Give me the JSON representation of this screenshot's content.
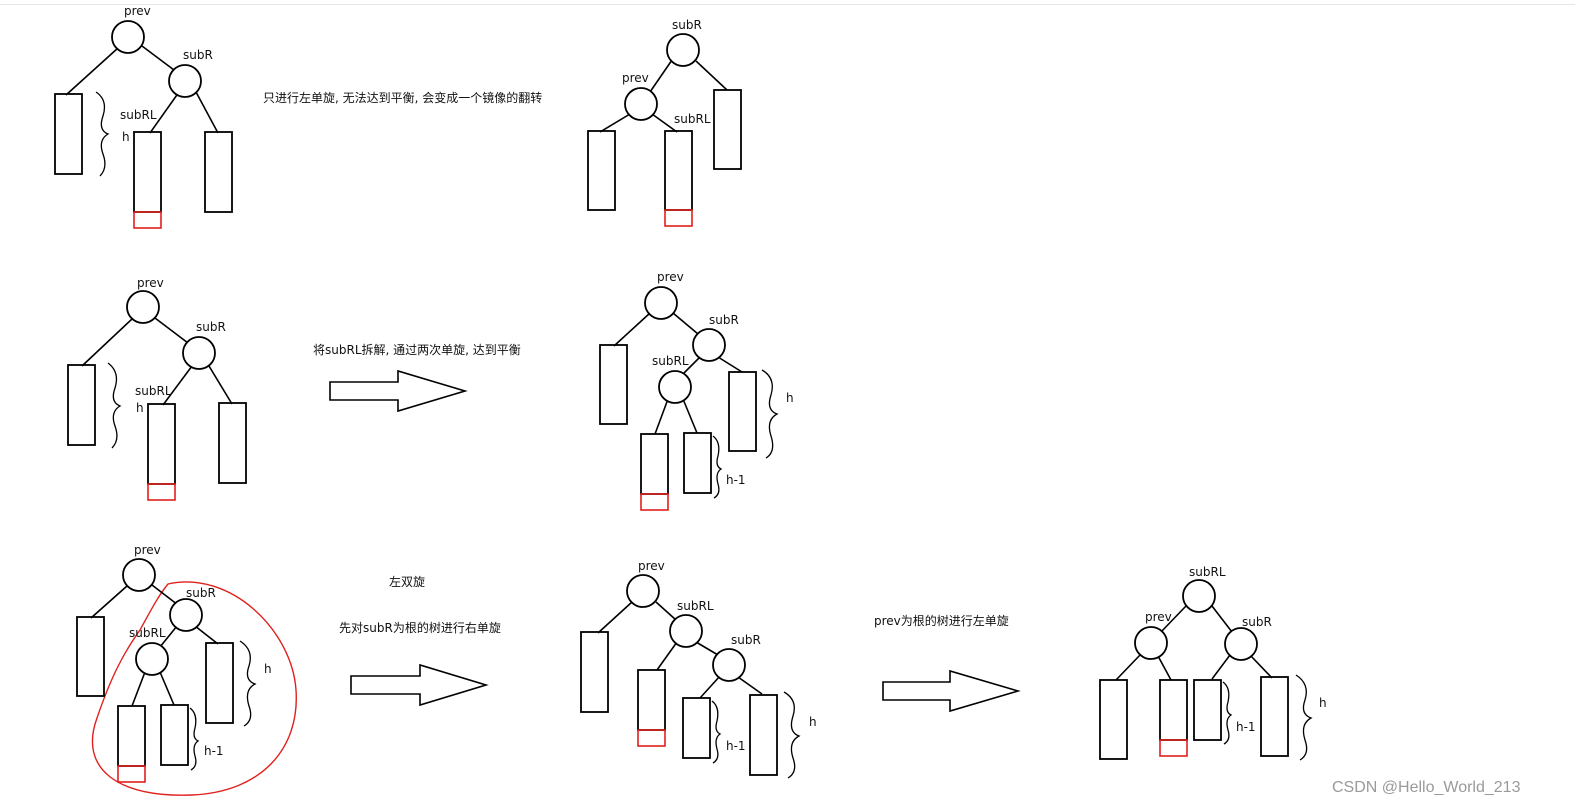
{
  "labels": {
    "prev": "prev",
    "subR": "subR",
    "subRL": "subRL",
    "h": "h",
    "h_minus_1": "h-1"
  },
  "captions": {
    "row1": "只进行左单旋, 无法达到平衡, 会变成一个镜像的翻转",
    "row2": "将subRL拆解, 通过两次单旋, 达到平衡",
    "row3_title": "左双旋",
    "row3_step1": "先对subR为根的树进行右单旋",
    "row3_step2": "prev为根的树进行左单旋"
  },
  "watermark": "CSDN @Hello_World_213",
  "colors": {
    "stroke": "#000000",
    "highlight": "#e0201c",
    "watermark": "#9a9a9a"
  }
}
